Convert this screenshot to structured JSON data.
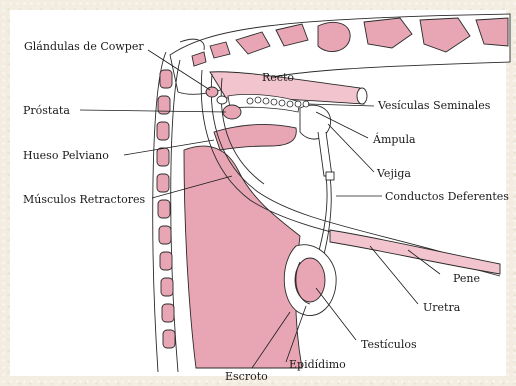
{
  "diagram": {
    "labels": {
      "cowper": "Glándulas de Cowper",
      "recto": "Recto",
      "prostata": "Próstata",
      "vesiculas": "Vesículas Seminales",
      "ampula": "Ámpula",
      "hueso": "Hueso Pelviano",
      "vejiga": "Vejiga",
      "musculos": "Músculos Retractores",
      "conductos": "Conductos Deferentes",
      "pene": "Pene",
      "uretra": "Uretra",
      "testiculos": "Testículos",
      "epididimo": "Epidídimo",
      "escroto": "Escroto"
    },
    "colors": {
      "tissue": "#e8a6b4",
      "tissue_light": "#f2c4cd",
      "outline": "#2a2a2a",
      "background": "#f2ede0",
      "panel": "#ffffff"
    }
  }
}
